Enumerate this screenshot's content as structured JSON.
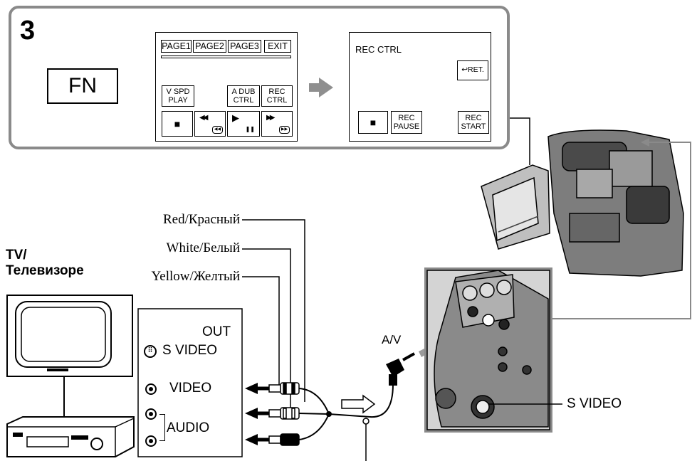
{
  "step": {
    "number": "3",
    "fn_label": "FN",
    "menu_screen": {
      "tabs": [
        "PAGE1",
        "PAGE2",
        "PAGE3",
        "EXIT"
      ],
      "buttons": {
        "v_spd_play": [
          "V SPD",
          "PLAY"
        ],
        "a_dub_ctrl": [
          "A DUB",
          "CTRL"
        ],
        "rec_ctrl": [
          "REC",
          "CTRL"
        ],
        "stop": "■",
        "rew": "◀◀",
        "play": "▶",
        "pause": "❚❚",
        "ff": "▶▶"
      }
    },
    "rec_screen": {
      "title": "REC CTRL",
      "ret": "RET.",
      "stop": "■",
      "rec_pause": [
        "REC",
        "PAUSE"
      ],
      "rec_start": [
        "REC",
        "START"
      ]
    }
  },
  "connection": {
    "tv_label": [
      "TV/",
      "Телевизоре"
    ],
    "out_label": "OUT",
    "s_video_in": "S VIDEO",
    "video_in": "VIDEO",
    "audio_in": "AUDIO",
    "cable_red": "Red/Красный",
    "cable_white": "White/Белый",
    "cable_yellow": "Yellow/Желтый",
    "av_label": "A/V",
    "s_video_camera": "S VIDEO"
  },
  "colors": {
    "panel_border": "#8a8a8a",
    "arrow": "#8f8f8f"
  }
}
